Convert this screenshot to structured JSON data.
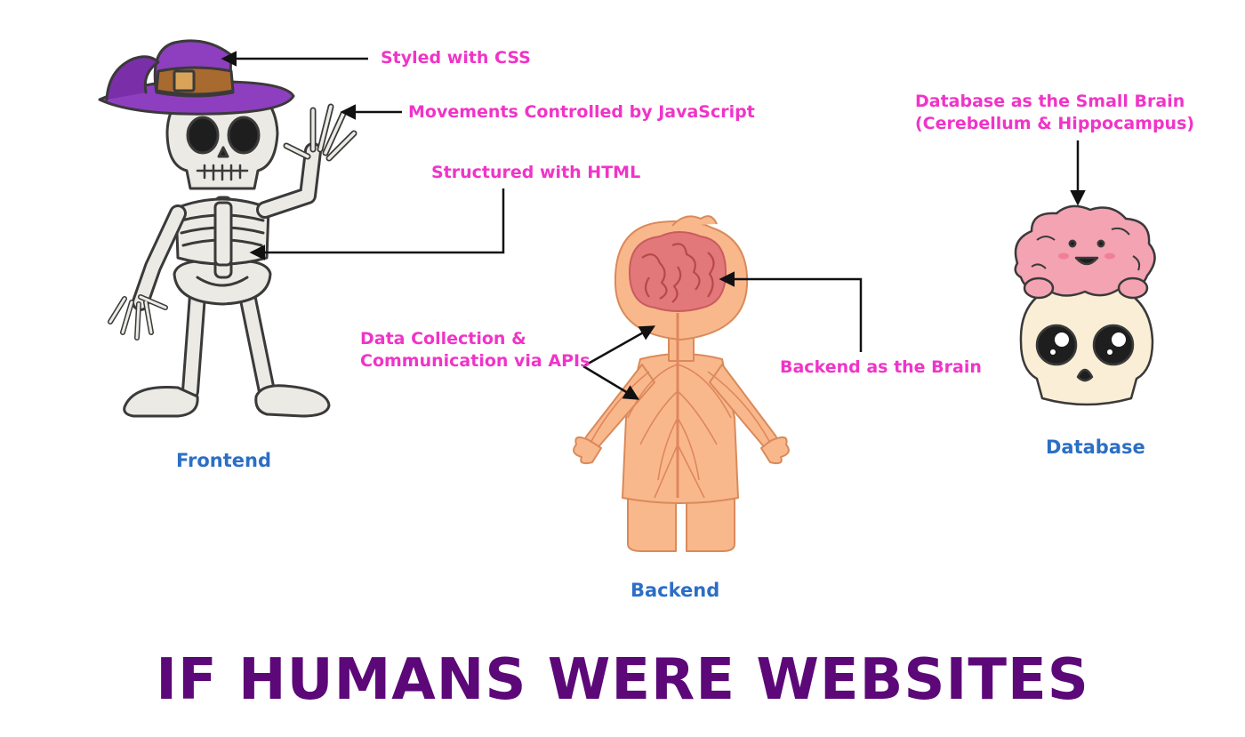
{
  "frontend": {
    "caption": "Frontend",
    "labels": {
      "css": "Styled with CSS",
      "js": "Movements Controlled by JavaScript",
      "html": "Structured with HTML"
    }
  },
  "backend": {
    "caption": "Backend",
    "labels": {
      "api_line1": "Data Collection &",
      "api_line2": "Communication via APIs",
      "brain": "Backend as the Brain"
    }
  },
  "database": {
    "caption": "Database",
    "labels": {
      "line1": "Database as the Small Brain",
      "line2": "(Cerebellum & Hippocampus)"
    }
  },
  "title": "IF HUMANS WERE WEBSITES",
  "colors": {
    "label": "#f034c8",
    "caption": "#2c6fc4",
    "title": "#5c0878",
    "hat": "#8e3fbf",
    "hat_band": "#a86a2e",
    "bone": "#eceae4",
    "body": "#f9b88c",
    "brain": "#e3787a",
    "nerve": "#e0865c",
    "small_brain": "#f4a3b3",
    "skull": "#faefd6"
  }
}
